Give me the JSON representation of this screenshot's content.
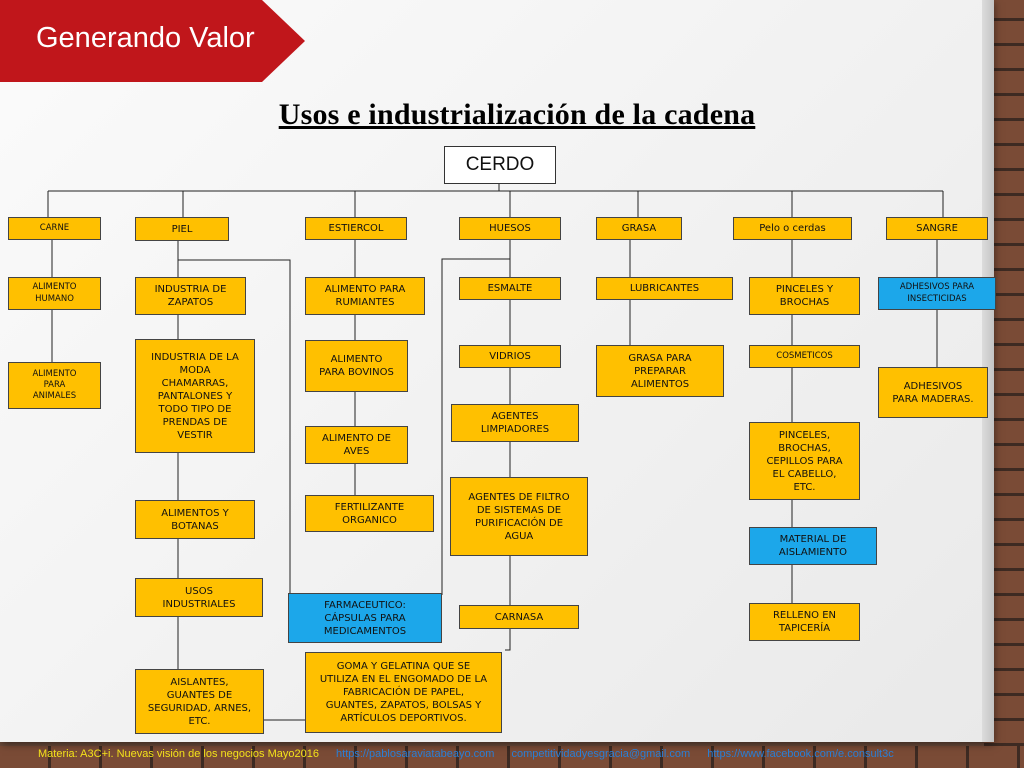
{
  "banner": {
    "title": "Generando Valor"
  },
  "page_title": "Usos e industrialización de la cadena",
  "root": "CERDO",
  "nodes": {
    "carne": "CARNE",
    "piel": "PIEL",
    "estiercol": "ESTIERCOL",
    "huesos": "HUESOS",
    "grasa": "GRASA",
    "pelo": "Pelo o cerdas",
    "sangre": "SANGRE",
    "alimento_humano": "ALIMENTO\nHUMANO",
    "alimento_animales": "ALIMENTO\nPARA\nANIMALES",
    "industria_zapatos": "INDUSTRIA DE\nZAPATOS",
    "industria_moda": "INDUSTRIA DE LA\nMODA\nCHAMARRAS,\nPANTALONES Y\nTODO TIPO DE\nPRENDAS DE\nVESTIR",
    "alimentos_botanas": "ALIMENTOS  Y\nBOTANAS",
    "usos_industriales": "USOS\nINDUSTRIALES",
    "aislantes": "AISLANTES,\nGUANTES DE\nSEGURIDAD, ARNES,\nETC.",
    "alimento_rumiantes": "ALIMENTO PARA\nRUMIANTES",
    "alimento_bovinos": "ALIMENTO\nPARA BOVINOS",
    "alimento_aves": "ALIMENTO DE\nAVES",
    "fertilizante": "FERTILIZANTE\nORGANICO",
    "farmaceutico": "FARMACEUTICO:\nCÁPSULAS PARA\nMEDICAMENTOS",
    "goma_gelatina": "GOMA Y GELATINA QUE SE\nUTILIZA EN EL ENGOMADO DE LA\nFABRICACIÓN DE PAPEL,\nGUANTES, ZAPATOS, BOLSAS Y\nARTÍCULOS DEPORTIVOS.",
    "esmalte": "ESMALTE",
    "vidrios": "VIDRIOS",
    "agentes_limpiadores": "AGENTES\nLIMPIADORES",
    "agentes_filtro": "AGENTES DE FILTRO\nDE SISTEMAS DE\nPURIFICACIÓN DE\nAGUA",
    "carnasa": "CARNASA",
    "lubricantes": "LUBRICANTES",
    "grasa_alimentos": "GRASA PARA\nPREPARAR\nALIMENTOS",
    "pinceles_brochas": "PINCELES Y\nBROCHAS",
    "cosmeticos": "COSMETICOS",
    "pinceles_cepillos": "PINCELES,\nBROCHAS,\nCEPILLOS PARA\nEL CABELLO,\nETC.",
    "material_aislamiento": "MATERIAL DE\nAISLAMIENTO",
    "relleno": "RELLENO EN\nTAPICERÍA",
    "adhesivos_insecticidas": "ADHESIVOS PARA\nINSECTICIDAS",
    "adhesivos_maderas": "ADHESIVOS\nPARA MADERAS."
  },
  "colors": {
    "box": "#ffc000",
    "highlight": "#1ca7ea",
    "banner": "#c0161b"
  },
  "footer": {
    "text": "Materia: A3C+i. Nuevas visión de los negocios Mayo2016",
    "links": [
      "https://pablosaraviatabeayo.com",
      "competitividadyesgracia@gmail.com",
      "https://www.facebook.com/e.consult3c"
    ]
  }
}
